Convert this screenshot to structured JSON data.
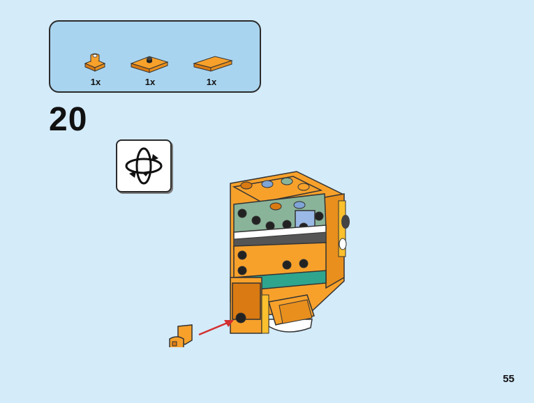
{
  "parts_panel": {
    "parts": [
      {
        "name": "orange-clip-plate-icon",
        "qty": "1x"
      },
      {
        "name": "orange-jumper-plate-icon",
        "qty": "1x"
      },
      {
        "name": "orange-tile-icon",
        "qty": "1x"
      }
    ]
  },
  "step": {
    "number": "20"
  },
  "rotate": {
    "icon": "rotate-model-icon"
  },
  "model": {
    "icon": "brickheadz-assembly-illustration",
    "arrow_color": "#d32f2f"
  },
  "colors": {
    "orange": "#f7a12b",
    "dark_orange": "#d97a12",
    "background": "#d4ebfa",
    "panel": "#a9d4ef"
  },
  "page": {
    "number": "55"
  }
}
